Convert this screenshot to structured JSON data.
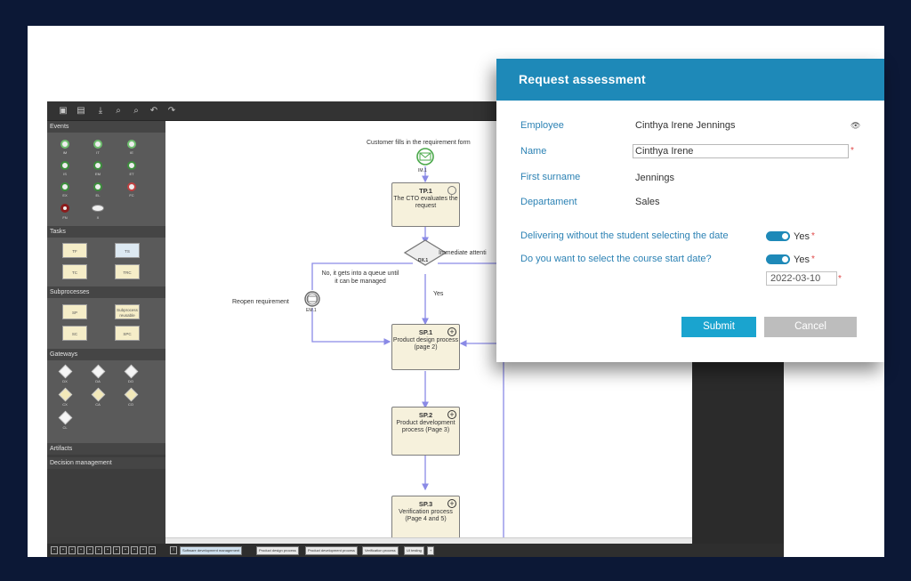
{
  "palette": {
    "events": "Events",
    "tasks": "Tasks",
    "subprocesses": "Subprocesses",
    "gateways": "Gateways",
    "artifacts": "Artifacts",
    "decision": "Decision management",
    "event_items": [
      "IM",
      "IT",
      "IE",
      "IS",
      "EM",
      "ET",
      "EX",
      "EL",
      "FC",
      "FN",
      "X"
    ],
    "task_items": [
      "TF",
      "TS",
      "TC",
      "TRC"
    ],
    "sub_items": [
      "SP",
      "Subprocess reusable",
      "SC",
      "SPC"
    ],
    "gateway_items": [
      "DX",
      "DA",
      "DO",
      "CX",
      "CA",
      "CO",
      "CL"
    ]
  },
  "diagram": {
    "start_label": "Customer fills in the requirement form",
    "start_id": "IM.1",
    "task_id": "TP.1",
    "task_text": "The CTO evaluates the request",
    "gateway_id": "DX.1",
    "immediate_label": "Immediate attenti",
    "queue_label": "No, it gets into a queue until it can be managed",
    "yes_label": "Yes",
    "reopen_label": "Reopen requirement",
    "reopen_id": "EM.1",
    "sp1_id": "SP.1",
    "sp1_text": "Product design process (page 2)",
    "sp2_id": "SP.2",
    "sp2_text": "Product development process (Page 3)",
    "sp3_id": "SP.3",
    "sp3_text": "Verification process (Page 4 and 5)"
  },
  "tabs": [
    "Software development management",
    "Product design process",
    "Product development process",
    "Verification process",
    "UI testing",
    "+"
  ],
  "dialog": {
    "title": "Request assessment",
    "employee_label": "Employee",
    "employee_value": "Cinthya Irene Jennings",
    "name_label": "Name",
    "name_value": "Cinthya Irene",
    "first_surname_label": "First surname",
    "first_surname_value": "Jennings",
    "department_label": "Departament",
    "department_value": "Sales",
    "q1_label": "Delivering without the student selecting the date",
    "q1_value": "Yes",
    "q2_label": "Do you want to select the course start date?",
    "q2_value": "Yes",
    "date_value": "2022-03-10",
    "submit": "Submit",
    "cancel": "Cancel",
    "required_mark": "*"
  },
  "colors": {
    "background": "#0c1836",
    "dialog_header": "#1e89b8",
    "label": "#2c82b4",
    "submit": "#1aa4cf",
    "cancel": "#bdbdbd",
    "required": "#e04848"
  }
}
